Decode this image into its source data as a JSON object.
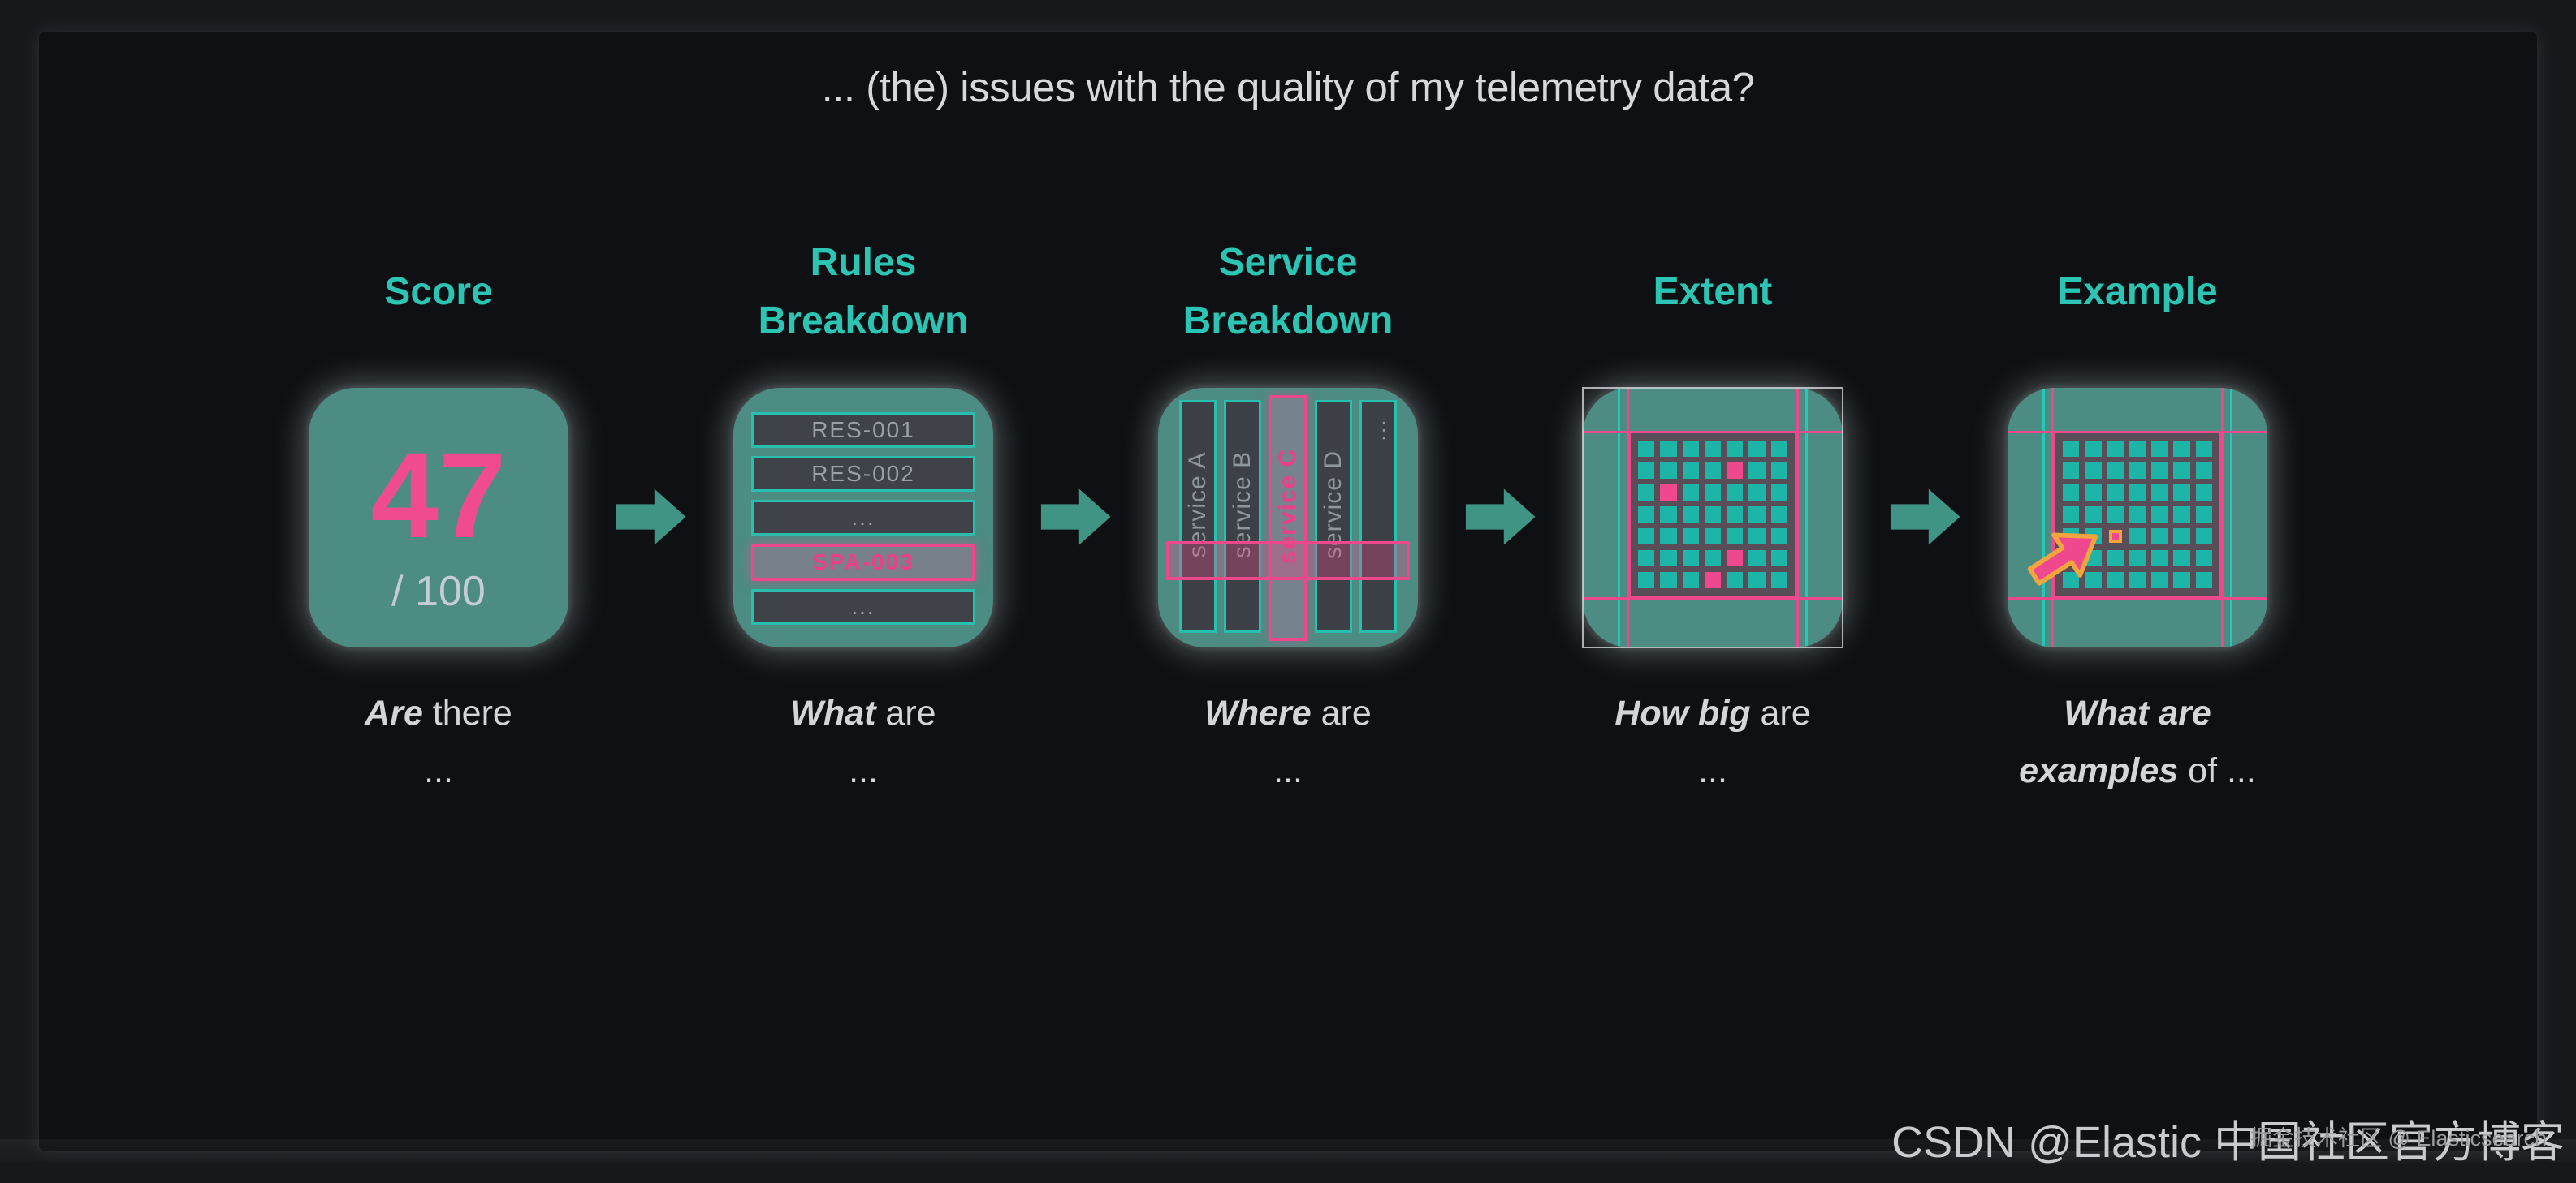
{
  "colors": {
    "accent_teal": "#2cc5b4",
    "accent_pink": "#ee488c",
    "box_fill": "#4c8c83",
    "highlight_orange": "#f2a43d",
    "background": "#0e1013"
  },
  "panels": [
    {
      "title": "Score",
      "score": {
        "value": "47",
        "denominator": "/ 100"
      },
      "caption": {
        "line1_em": "Are",
        "line1_rest": " there",
        "line2_em": "",
        "line2_rest": "..."
      }
    },
    {
      "title": "Rules Breakdown",
      "rows": [
        {
          "label": "RES-001",
          "highlight": false
        },
        {
          "label": "RES-002",
          "highlight": false
        },
        {
          "label": "...",
          "highlight": false
        },
        {
          "label": "SPA-003",
          "highlight": true
        },
        {
          "label": "...",
          "highlight": false
        }
      ],
      "caption": {
        "line1_em": "What",
        "line1_rest": " are",
        "line2_em": "",
        "line2_rest": "..."
      }
    },
    {
      "title": "Service Breakdown",
      "columns": [
        {
          "label": "service A",
          "highlight": false
        },
        {
          "label": "service B",
          "highlight": false
        },
        {
          "label": "service C",
          "highlight": true
        },
        {
          "label": "service D",
          "highlight": false
        },
        {
          "label": "...",
          "highlight": false
        }
      ],
      "caption": {
        "line1_em": "Where",
        "line1_rest": " are",
        "line2_em": "",
        "line2_rest": "..."
      }
    },
    {
      "title": "Extent",
      "grid": {
        "rows": 7,
        "cols": 7,
        "pink_cells": [
          [
            1,
            4
          ],
          [
            2,
            1
          ],
          [
            5,
            4
          ],
          [
            6,
            3
          ]
        ],
        "highlight_cell": null
      },
      "caption": {
        "line1_em": "How big",
        "line1_rest": " are",
        "line2_em": "",
        "line2_rest": "..."
      }
    },
    {
      "title": "Example",
      "grid": {
        "rows": 7,
        "cols": 7,
        "pink_cells": [],
        "highlight_cell": [
          4,
          2
        ]
      },
      "caption": {
        "line1_em": "What are",
        "line1_rest": "",
        "line2_em": "examples",
        "line2_rest": " of ..."
      }
    }
  ],
  "question": "... (the) issues with the quality of my telemetry data?",
  "watermark": {
    "large": "CSDN @Elastic 中国社区官方博客",
    "small": "掘金技术社区 @ Elasticsearch"
  }
}
